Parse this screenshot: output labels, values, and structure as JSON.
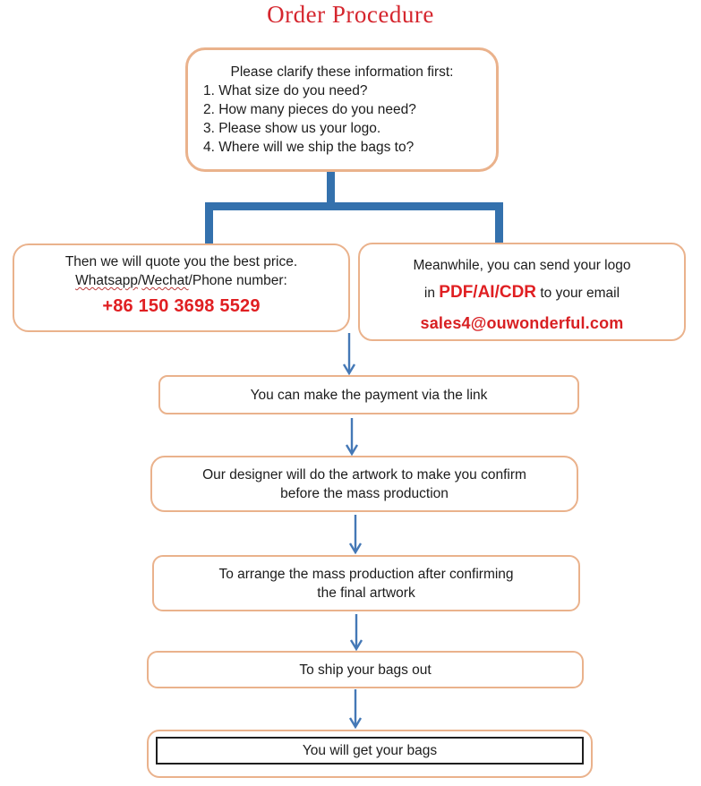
{
  "title": "Order Procedure",
  "colors": {
    "border_peach": "#eab28c",
    "connector_blue": "#3471ad",
    "arrow_blue": "#4478b6",
    "accent_red": "#e01f22",
    "title_red": "#d5262e"
  },
  "clarify_box": {
    "heading": "Please clarify these information first:",
    "items": [
      "1. What size do you need?",
      "2. How many pieces do you need?",
      "3. Please show us your logo.",
      "4. Where will we ship the bags to?"
    ]
  },
  "quote_box": {
    "line1": "Then we will quote you the best price.",
    "whatsapp": "Whatsapp",
    "slash": "/",
    "wechat": "Wechat",
    "line2_rest": "/Phone number:",
    "phone": "+86 150 3698 5529"
  },
  "logo_box": {
    "line1": "Meanwhile, you can send your logo",
    "line2_prefix": "in ",
    "formats": "PDF/AI/CDR",
    "line2_suffix": " to your email",
    "email": "sales4@ouwonderful.com"
  },
  "payment_box": {
    "text": "You can make the payment via the link"
  },
  "artwork_box": {
    "line1": "Our designer will do the artwork to make you confirm",
    "line2": "before the mass production"
  },
  "production_box": {
    "line1": "To arrange the mass production after confirming",
    "line2": "the final artwork"
  },
  "ship_box": {
    "text": "To ship your bags out"
  },
  "receive_box": {
    "text": "You will get your bags"
  }
}
